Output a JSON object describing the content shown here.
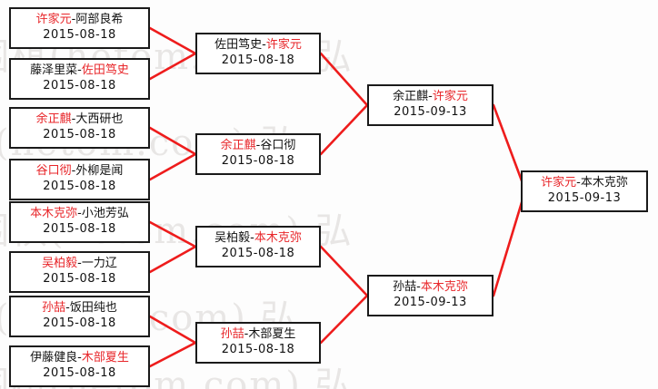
{
  "watermark": {
    "text": "围棋(hetom.com) 弘",
    "lines": [
      "围棋(hetom.com) 弘",
      "围棋(hetom.com) 弘",
      "围棋(hetom.com) 弘",
      "围棋(hetom.com) 弘",
      "围棋(hetom.com) 弘"
    ]
  },
  "colors": {
    "winner": "#e8262a",
    "loser": "#111111",
    "connector": "#ee1c1c",
    "box_border": "#1a1a1a",
    "background": "#fdfdfd"
  },
  "bracket": {
    "rounds": [
      {
        "name": "round-1",
        "matches": [
          {
            "id": "r1m1",
            "winner": "许家元",
            "sep": "-",
            "loser": "阿部良希",
            "winner_first": true,
            "date": "2015-08-18"
          },
          {
            "id": "r1m2",
            "winner": "佐田笃史",
            "sep": "-",
            "loser": "藤泽里菜",
            "winner_first": false,
            "date": "2015-08-18"
          },
          {
            "id": "r1m3",
            "winner": "余正麒",
            "sep": "-",
            "loser": "大西研也",
            "winner_first": true,
            "date": "2015-08-18"
          },
          {
            "id": "r1m4",
            "winner": "谷口彻",
            "sep": "-",
            "loser": "外柳是闻",
            "winner_first": true,
            "date": "2015-08-18"
          },
          {
            "id": "r1m5",
            "winner": "本木克弥",
            "sep": "-",
            "loser": "小池芳弘",
            "winner_first": true,
            "date": "2015-08-18"
          },
          {
            "id": "r1m6",
            "winner": "吴柏毅",
            "sep": "-",
            "loser": "一力辽",
            "winner_first": true,
            "date": "2015-08-18"
          },
          {
            "id": "r1m7",
            "winner": "孙喆",
            "sep": "-",
            "loser": "饭田纯也",
            "winner_first": true,
            "date": "2015-08-18"
          },
          {
            "id": "r1m8",
            "winner": "木部夏生",
            "sep": "-",
            "loser": "伊藤健良",
            "winner_first": false,
            "date": "2015-08-18"
          }
        ]
      },
      {
        "name": "round-2",
        "matches": [
          {
            "id": "r2m1",
            "winner": "许家元",
            "sep": "-",
            "loser": "佐田笃史",
            "winner_first": false,
            "date": "2015-08-18"
          },
          {
            "id": "r2m2",
            "winner": "余正麒",
            "sep": "-",
            "loser": "谷口彻",
            "winner_first": true,
            "date": "2015-08-18"
          },
          {
            "id": "r2m3",
            "winner": "本木克弥",
            "sep": "-",
            "loser": "吴柏毅",
            "winner_first": false,
            "date": "2015-08-18"
          },
          {
            "id": "r2m4",
            "winner": "孙喆",
            "sep": "-",
            "loser": "木部夏生",
            "winner_first": true,
            "date": "2015-08-18"
          }
        ]
      },
      {
        "name": "semifinal",
        "matches": [
          {
            "id": "r3m1",
            "winner": "许家元",
            "sep": "-",
            "loser": "余正麒",
            "winner_first": false,
            "date": "2015-09-13"
          },
          {
            "id": "r3m2",
            "winner": "本木克弥",
            "sep": "-",
            "loser": "孙喆",
            "winner_first": false,
            "date": "2015-09-13"
          }
        ]
      },
      {
        "name": "final",
        "matches": [
          {
            "id": "r4m1",
            "winner": "许家元",
            "sep": "-",
            "loser": "本木克弥",
            "winner_first": true,
            "date": "2015-09-13"
          }
        ]
      }
    ]
  }
}
